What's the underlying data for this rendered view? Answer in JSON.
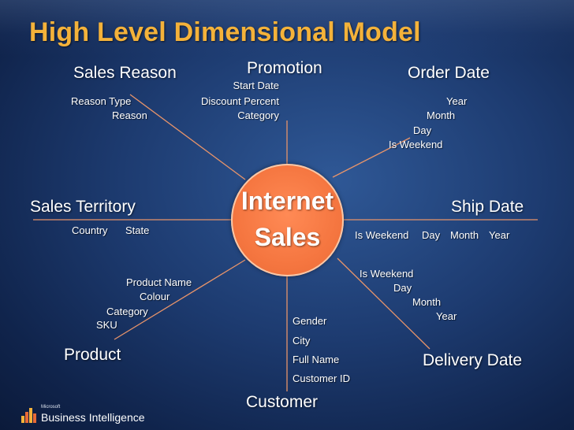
{
  "title": "High Level Dimensional Model",
  "hub": {
    "line1": "Internet",
    "line2": "Sales"
  },
  "dimensions": {
    "sales_reason": {
      "name": "Sales Reason",
      "attributes": [
        "Reason Type",
        "Reason"
      ]
    },
    "promotion": {
      "name": "Promotion",
      "attributes": [
        "Start Date",
        "Discount Percent",
        "Category"
      ]
    },
    "order_date": {
      "name": "Order Date",
      "attributes": [
        "Year",
        "Month",
        "Day",
        "Is Weekend"
      ]
    },
    "sales_territory": {
      "name": "Sales Territory",
      "attributes": [
        "Country",
        "State"
      ]
    },
    "ship_date": {
      "name": "Ship Date",
      "attributes": [
        "Is Weekend",
        "Day",
        "Month",
        "Year"
      ]
    },
    "product": {
      "name": "Product",
      "attributes": [
        "Product Name",
        "Colour",
        "Category",
        "SKU"
      ]
    },
    "customer": {
      "name": "Customer",
      "attributes": [
        "Gender",
        "City",
        "Full Name",
        "Customer ID"
      ]
    },
    "delivery_date": {
      "name": "Delivery Date",
      "attributes": [
        "Is Weekend",
        "Day",
        "Month",
        "Year"
      ]
    }
  },
  "logo": {
    "small": "Microsoft",
    "text": "Business Intelligence"
  },
  "colors": {
    "title": "#f4b23a",
    "hub": "#f57640",
    "lines": "#e8946a",
    "background": "#1d3b70"
  }
}
